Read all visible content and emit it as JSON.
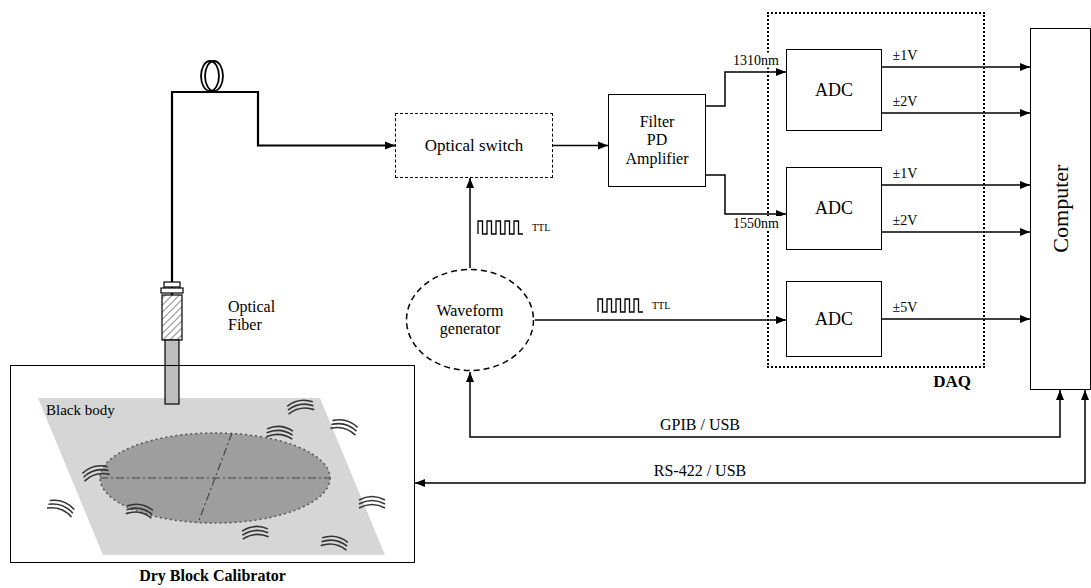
{
  "diagram": {
    "nodes": [
      {
        "text": [
          "Optical switch"
        ]
      },
      {
        "text": [
          "Filter PD Amplifier"
        ]
      },
      {
        "text": [
          "DAQ"
        ]
      },
      {
        "text": [
          "ADC"
        ],
        "in": 2
      },
      {
        "text": [
          "ADC"
        ],
        "in": 2
      },
      {
        "text": [
          "ADC"
        ],
        "in": 2
      },
      {
        "text": [
          "Computer"
        ]
      },
      {
        "text": [
          "Waveform generator"
        ]
      },
      {
        "text": [
          "Dry Block Calibrator"
        ]
      }
    ],
    "edges": [
      {
        "from": 8,
        "to": 0,
        "arrow": "to"
      },
      {
        "from": 0,
        "to": 1,
        "arrow": "to"
      },
      {
        "from": 1,
        "to": 3,
        "label": "1310nm",
        "arrow": "to"
      },
      {
        "from": 1,
        "to": 4,
        "label": "1550nm",
        "arrow": "to"
      },
      {
        "from": 3,
        "to": 6,
        "label": "±1V",
        "arrow": "to"
      },
      {
        "from": 3,
        "to": 6,
        "label": "±2V",
        "arrow": "to"
      },
      {
        "from": 4,
        "to": 6,
        "label": "±1V",
        "arrow": "to"
      },
      {
        "from": 4,
        "to": 6,
        "label": "±2V",
        "arrow": "to"
      },
      {
        "from": 5,
        "to": 6,
        "label": "±5V",
        "arrow": "to"
      },
      {
        "from": 7,
        "to": 0,
        "arrow": "to"
      },
      {
        "from": 7,
        "to": 5,
        "arrow": "to"
      },
      {
        "from": 6,
        "to": 7,
        "label": "GPIB / USB",
        "arrow": "both"
      },
      {
        "from": 6,
        "to": 8,
        "label": "RS-422 / USB",
        "arrow": "both"
      }
    ],
    "labels": [
      "Optical Fiber",
      "Black body",
      "TTL",
      "TTL"
    ]
  }
}
